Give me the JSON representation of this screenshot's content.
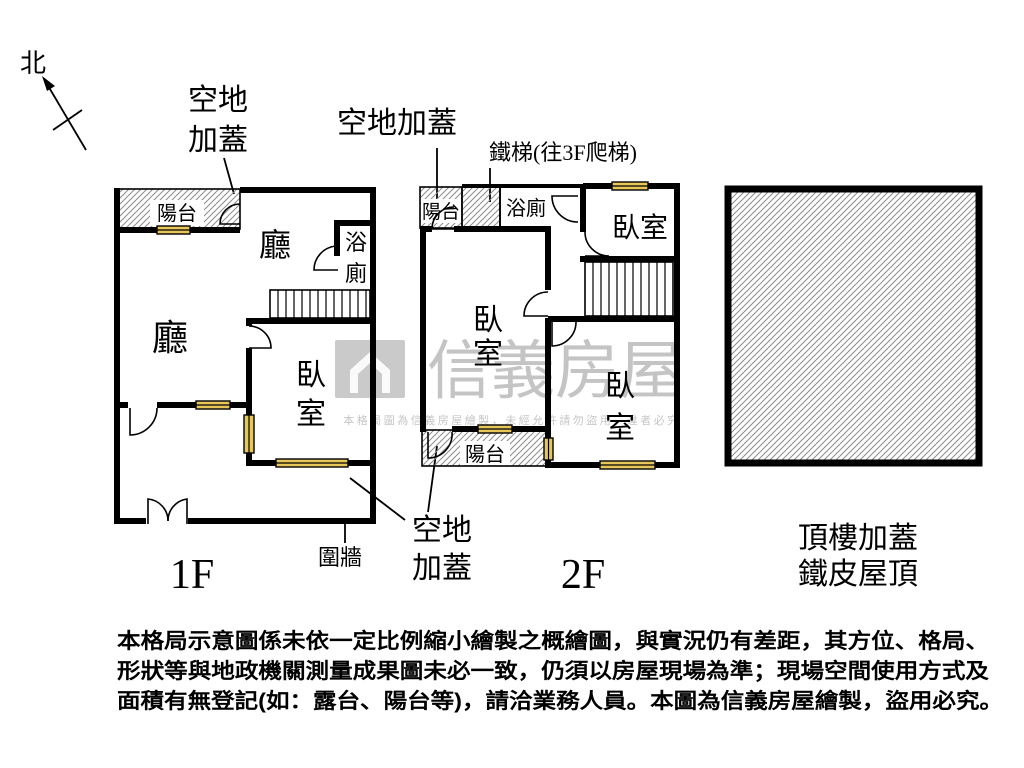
{
  "compass": {
    "north": "北"
  },
  "annex_labels": {
    "top_left": [
      "空地",
      "加蓋"
    ],
    "top_center": "空地加蓋",
    "bottom": [
      "空地",
      "加蓋"
    ]
  },
  "iron_ladder": "鐵梯(往3F爬梯)",
  "fence": "圍牆",
  "floor_1": {
    "name": "1F",
    "balcony": "陽台",
    "living_upper": "廳",
    "bath": [
      "浴",
      "廁"
    ],
    "living_main": "廳",
    "bedroom": [
      "臥",
      "室"
    ]
  },
  "floor_2": {
    "name": "2F",
    "balcony_top": "陽台",
    "bath": "浴廁",
    "bedroom_ne": "臥室",
    "bedroom_w": [
      "臥",
      "室"
    ],
    "bedroom_se": [
      "臥",
      "室"
    ],
    "balcony_bottom": "陽台"
  },
  "roof": {
    "lines": [
      "頂樓加蓋",
      "鐵皮屋頂"
    ]
  },
  "watermark": {
    "brand": "信義房屋",
    "notice": "本格局圖為信義房屋繪製，未經允許請勿盜用，違者必究"
  },
  "disclaimer": [
    "本格局示意圖係未依一定比例縮小繪製之概繪圖，與實況仍有差距，其方位、格局、",
    "形狀等與地政機關測量成果圖未必一致，仍須以房屋現場為準；現場空間使用方式及",
    "面積有無登記(如：露台、陽台等)，請洽業務人員。本圖為信義房屋繪製，盜用必究。"
  ],
  "colors": {
    "wall": "#000000",
    "window": "#e8c75a",
    "hatch": "#8c8c8c",
    "watermark": "#9e9e9e"
  }
}
